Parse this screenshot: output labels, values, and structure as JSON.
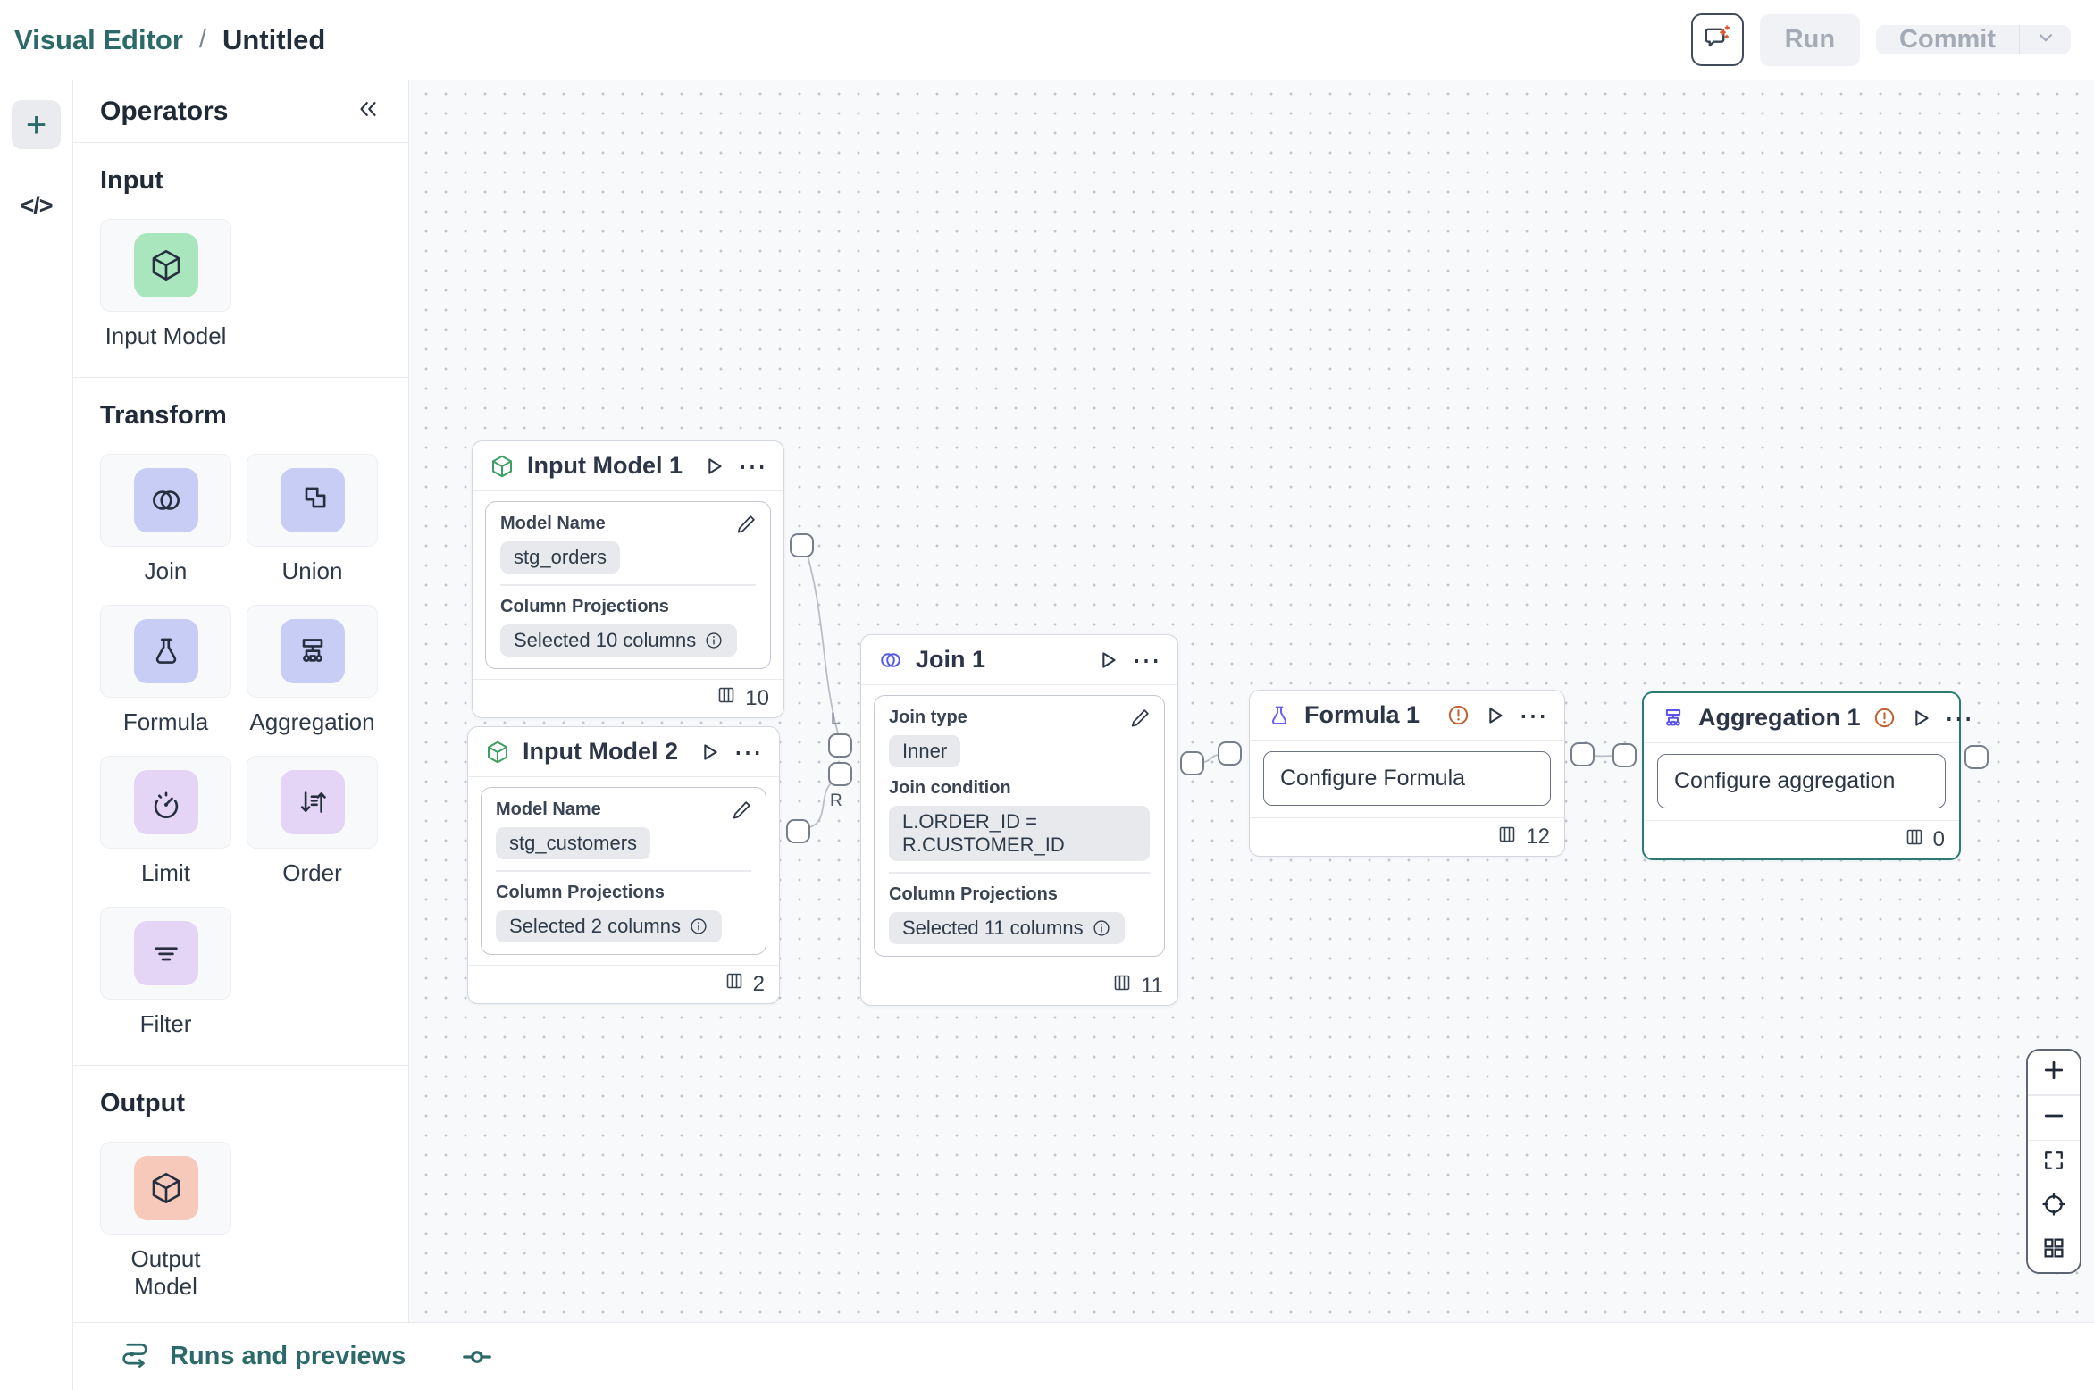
{
  "header": {
    "app_name": "Visual Editor",
    "separator": "/",
    "doc_title": "Untitled",
    "run_label": "Run",
    "commit_label": "Commit"
  },
  "icons": {
    "plus": "+",
    "code": "</>",
    "more": "⋯"
  },
  "operators": {
    "title": "Operators",
    "sections": {
      "input": {
        "label": "Input",
        "tiles": [
          {
            "label": "Input Model"
          }
        ]
      },
      "transform": {
        "label": "Transform",
        "tiles": [
          {
            "label": "Join"
          },
          {
            "label": "Union"
          },
          {
            "label": "Formula"
          },
          {
            "label": "Aggregation"
          },
          {
            "label": "Limit"
          },
          {
            "label": "Order"
          },
          {
            "label": "Filter"
          }
        ]
      },
      "output": {
        "label": "Output",
        "tiles": [
          {
            "label": "Output Model"
          }
        ]
      }
    }
  },
  "canvas": {
    "nodes": [
      {
        "title": "Input Model 1",
        "fields": [
          {
            "label": "Model Name",
            "value": "stg_orders"
          },
          {
            "label": "Column Projections",
            "value": "Selected 10 columns"
          }
        ],
        "count": "10"
      },
      {
        "title": "Input Model 2",
        "fields": [
          {
            "label": "Model Name",
            "value": "stg_customers"
          },
          {
            "label": "Column Projections",
            "value": "Selected 2 columns"
          }
        ],
        "count": "2"
      },
      {
        "title": "Join 1",
        "fields": [
          {
            "label": "Join type",
            "value": "Inner"
          },
          {
            "label": "Join condition",
            "value": "L.ORDER_ID = R.CUSTOMER_ID"
          },
          {
            "label": "Column Projections",
            "value": "Selected 11 columns"
          }
        ],
        "count": "11"
      },
      {
        "title": "Formula 1",
        "placeholder": "Configure Formula",
        "count": "12"
      },
      {
        "title": "Aggregation 1",
        "placeholder": "Configure aggregation",
        "count": "0"
      }
    ],
    "port_labels": {
      "left": "L",
      "right": "R"
    }
  },
  "bottom_bar": {
    "label": "Runs and previews"
  },
  "colors": {
    "brand_teal": "#2b6a68",
    "node_selected_border": "#2c7a74",
    "warning_orange": "#c0602f",
    "icon_green_bg": "#a9e6bd",
    "icon_indigo_bg": "#c7cdf4",
    "icon_purple_bg": "#e4d5f6",
    "icon_salmon_bg": "#f6c9ba"
  }
}
